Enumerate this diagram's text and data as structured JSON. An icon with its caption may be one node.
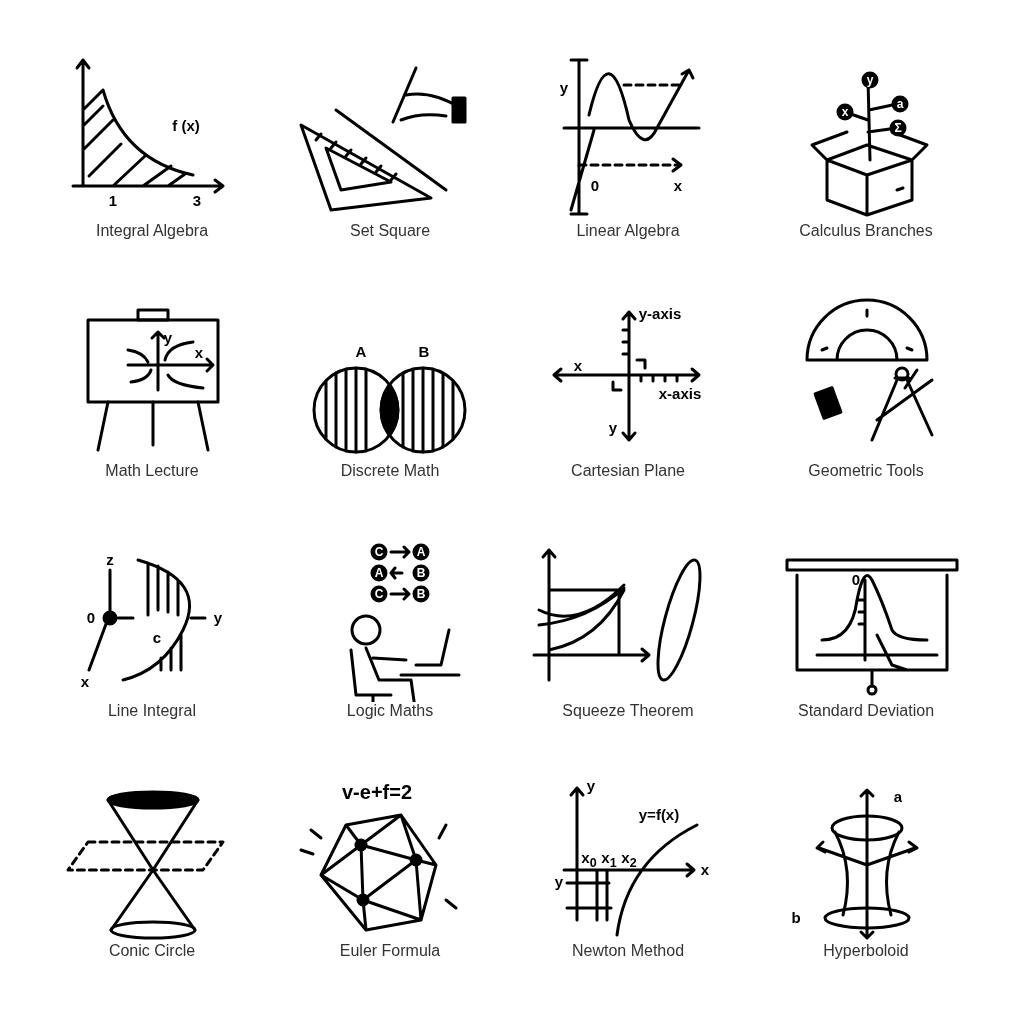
{
  "diagram": {
    "labels": [
      "f (x)",
      "1",
      "3",
      "Integral Algebra",
      "Set Square",
      "y",
      "0",
      "x",
      "Linear Algebra",
      "y",
      "a",
      "x",
      "Σ",
      "Calculus Branches",
      "y",
      "x",
      "Math Lecture",
      "A",
      "B",
      "Discrete Math",
      "y-axis",
      "x",
      "x-axis",
      "y",
      "Cartesian Plane",
      "Geometric Tools",
      "z",
      "0",
      "y",
      "c",
      "x",
      "Line Integral",
      "C",
      "A",
      "A",
      "B",
      "C",
      "B",
      "Logic Maths",
      "Squeeze Theorem",
      "0",
      "Standard Deviation",
      "Conic Circle",
      "v-e+f=2",
      "Euler Formula",
      "y",
      "y=f(x)",
      "x$_{0}$",
      "x$_{1}$",
      "x$_{2}$",
      "x",
      "y",
      "Newton Method",
      "a",
      "b",
      "Hyperboloid"
    ]
  }
}
